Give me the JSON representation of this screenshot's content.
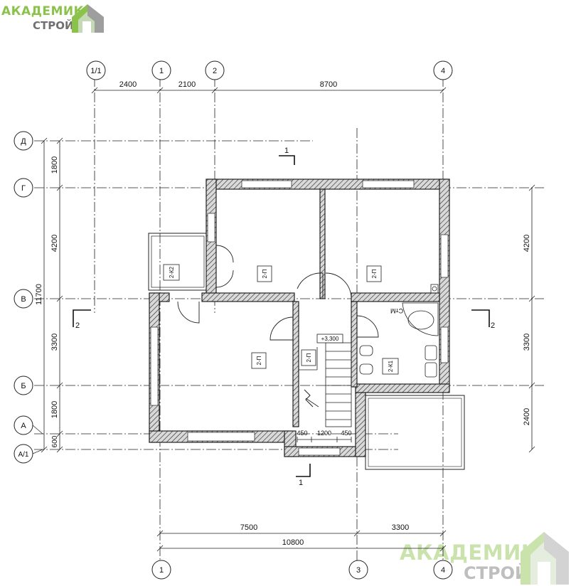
{
  "logo": {
    "word1": "АКАДЕМИК",
    "word2": "СТРОЙ",
    "green": "#8bc34a",
    "grey": "#707070"
  },
  "axes_top": [
    "1/1",
    "1",
    "2",
    "4"
  ],
  "axes_bottom": [
    "1",
    "3",
    "4"
  ],
  "axes_left": [
    "Д",
    "Г",
    "В",
    "Б",
    "А",
    "А/1"
  ],
  "dims_top": [
    "2400",
    "2100",
    "8700"
  ],
  "dims_bottom_row1": [
    "7500",
    "3300"
  ],
  "dims_bottom_total": "10800",
  "dims_left": [
    "1800",
    "4200",
    "3300",
    "1800",
    "600"
  ],
  "dims_left_total": "11700",
  "dims_right": [
    "4200",
    "3300",
    "2400"
  ],
  "rooms": [
    "2-К2",
    "2-П",
    "2-П",
    "2-П",
    "2-П",
    "2-К1"
  ],
  "level_mark": "+3,300",
  "stair_dims": [
    "450",
    "1200",
    "450"
  ],
  "section_marks": [
    "1",
    "1",
    "2",
    "2"
  ],
  "fixture_label": "СтМ"
}
